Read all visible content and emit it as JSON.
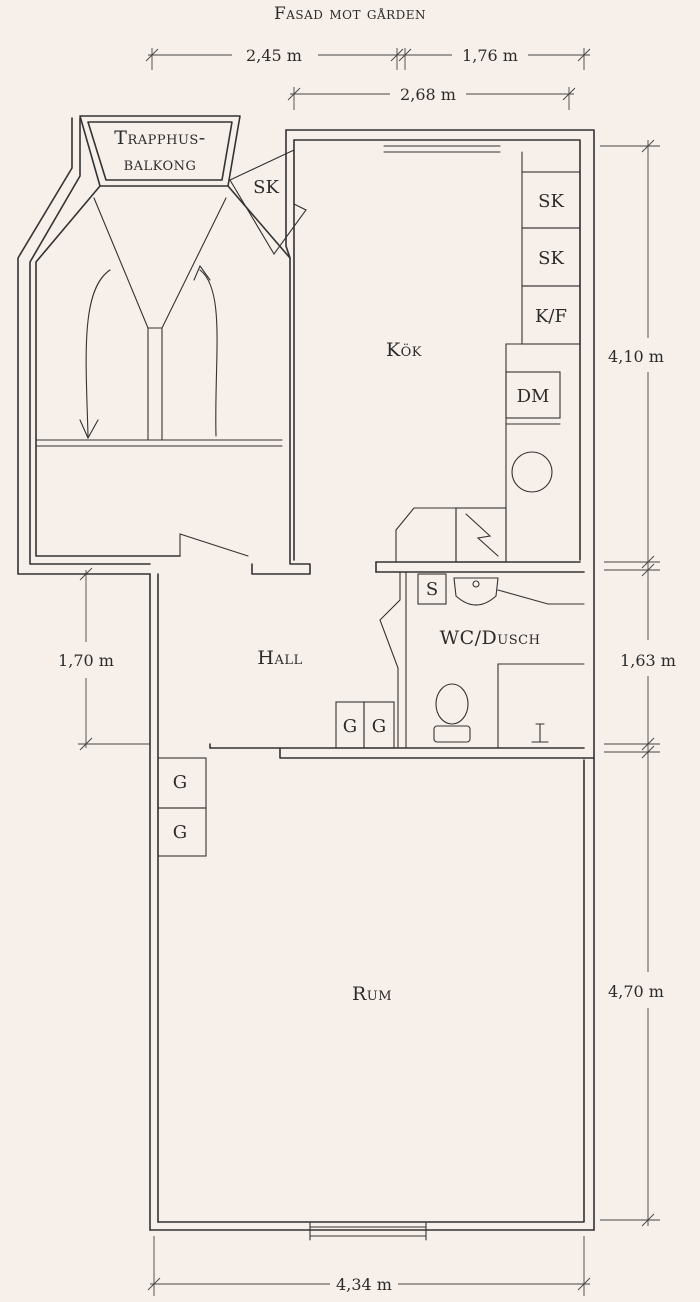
{
  "header": {
    "facade_label": "Fasad mot gården"
  },
  "dimensions": {
    "top_left": "2,45 m",
    "top_right": "1,76 m",
    "top_inner": "2,68 m",
    "right_kitchen": "4,10 m",
    "right_wc": "1,63 m",
    "right_room": "4,70 m",
    "left_hall": "1,70 m",
    "bottom": "4,34 m"
  },
  "rooms": {
    "balcony_line1": "Trapphus-",
    "balcony_line2": "balkong",
    "kitchen": "Kök",
    "hall": "Hall",
    "wc": "WC/Dusch",
    "room": "Rum"
  },
  "fixtures": {
    "sk_corner": "SK",
    "sk_1": "SK",
    "sk_2": "SK",
    "kf": "K/F",
    "dm": "DM",
    "sink": "S",
    "g_1": "G",
    "g_2": "G",
    "g_3": "G",
    "g_4": "G"
  }
}
